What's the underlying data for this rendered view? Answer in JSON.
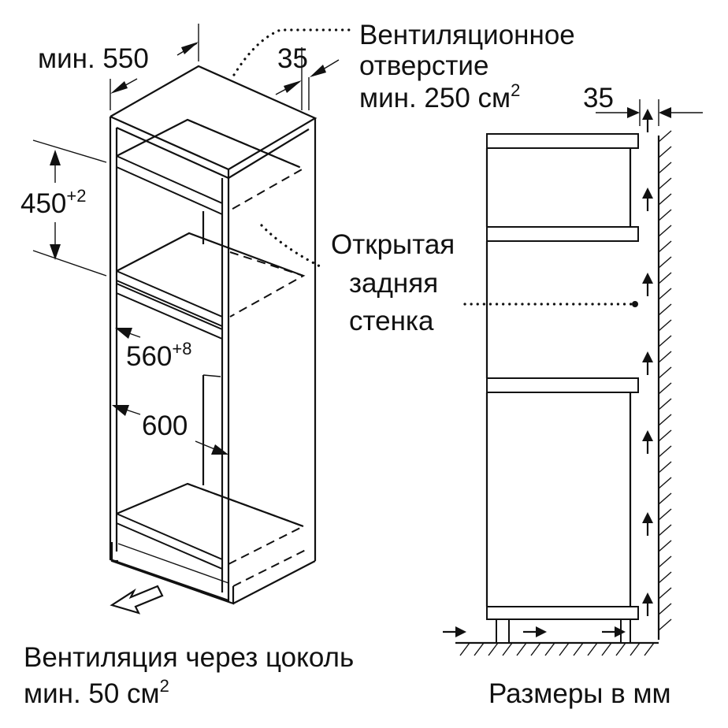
{
  "labels": {
    "min_depth": "мин. 550",
    "vent_gap_left": "35",
    "vent_opening_line1": "Вентиляционное",
    "vent_opening_line2": "отверстие",
    "vent_opening_line3": "мин. 250 см",
    "vent_opening_sup": "2",
    "vent_gap_right": "35",
    "niche_height": "450",
    "niche_height_tol": "+2",
    "open_back_line1": "Открытая",
    "open_back_line2": "задняя",
    "open_back_line3": "стенка",
    "niche_width": "560",
    "niche_width_tol": "+8",
    "cabinet_width": "600",
    "plinth_vent_line1": "Вентиляция через цоколь",
    "plinth_vent_line2": "мин. 50 см",
    "plinth_vent_sup": "2",
    "units_note": "Размеры в мм"
  },
  "colors": {
    "line": "#111111",
    "background": "#ffffff"
  }
}
